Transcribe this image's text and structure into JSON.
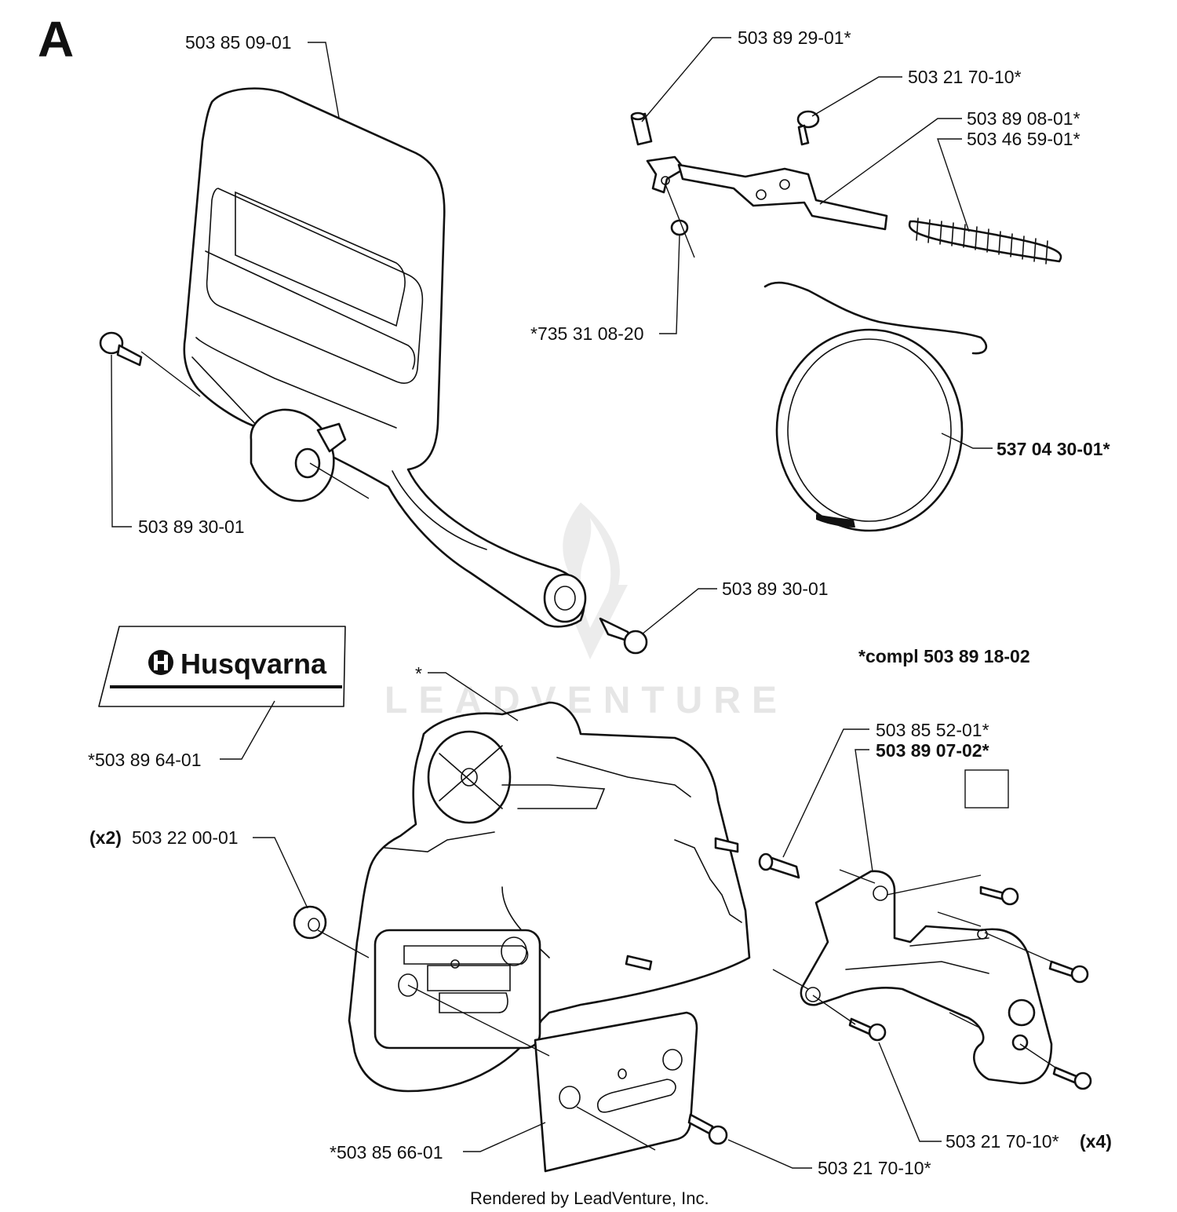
{
  "section_letter": "A",
  "watermark": "LEADVENTURE",
  "footer": "Rendered by LeadVenture, Inc.",
  "logo_text": "Husqvarna",
  "kit_note": "*compl 503 89 18-02",
  "parts": [
    {
      "id": "p1",
      "text": "503 85 09-01"
    },
    {
      "id": "p2",
      "text": "503 89 29-01*"
    },
    {
      "id": "p3",
      "text": "503 21 70-10*"
    },
    {
      "id": "p4",
      "text": "503 89 08-01*"
    },
    {
      "id": "p5",
      "text": "503 46 59-01*"
    },
    {
      "id": "p6",
      "text": "*735 31 08-20"
    },
    {
      "id": "p7",
      "text": "537 04 30-01*"
    },
    {
      "id": "p8",
      "text": "503 89 30-01"
    },
    {
      "id": "p9",
      "text": "503 89 30-01"
    },
    {
      "id": "p10",
      "text": "*503 89 64-01"
    },
    {
      "id": "p11",
      "text": "*"
    },
    {
      "id": "p12",
      "prefix": "(x2)",
      "text": "503 22 00-01"
    },
    {
      "id": "p13",
      "text": "503 85 52-01*"
    },
    {
      "id": "p14",
      "text": "503 89 07-02*"
    },
    {
      "id": "p15",
      "text": "*503 85 66-01"
    },
    {
      "id": "p16",
      "text": "503 21 70-10*"
    },
    {
      "id": "p17",
      "text": "503 21 70-10*",
      "suffix": "(x4)"
    }
  ]
}
